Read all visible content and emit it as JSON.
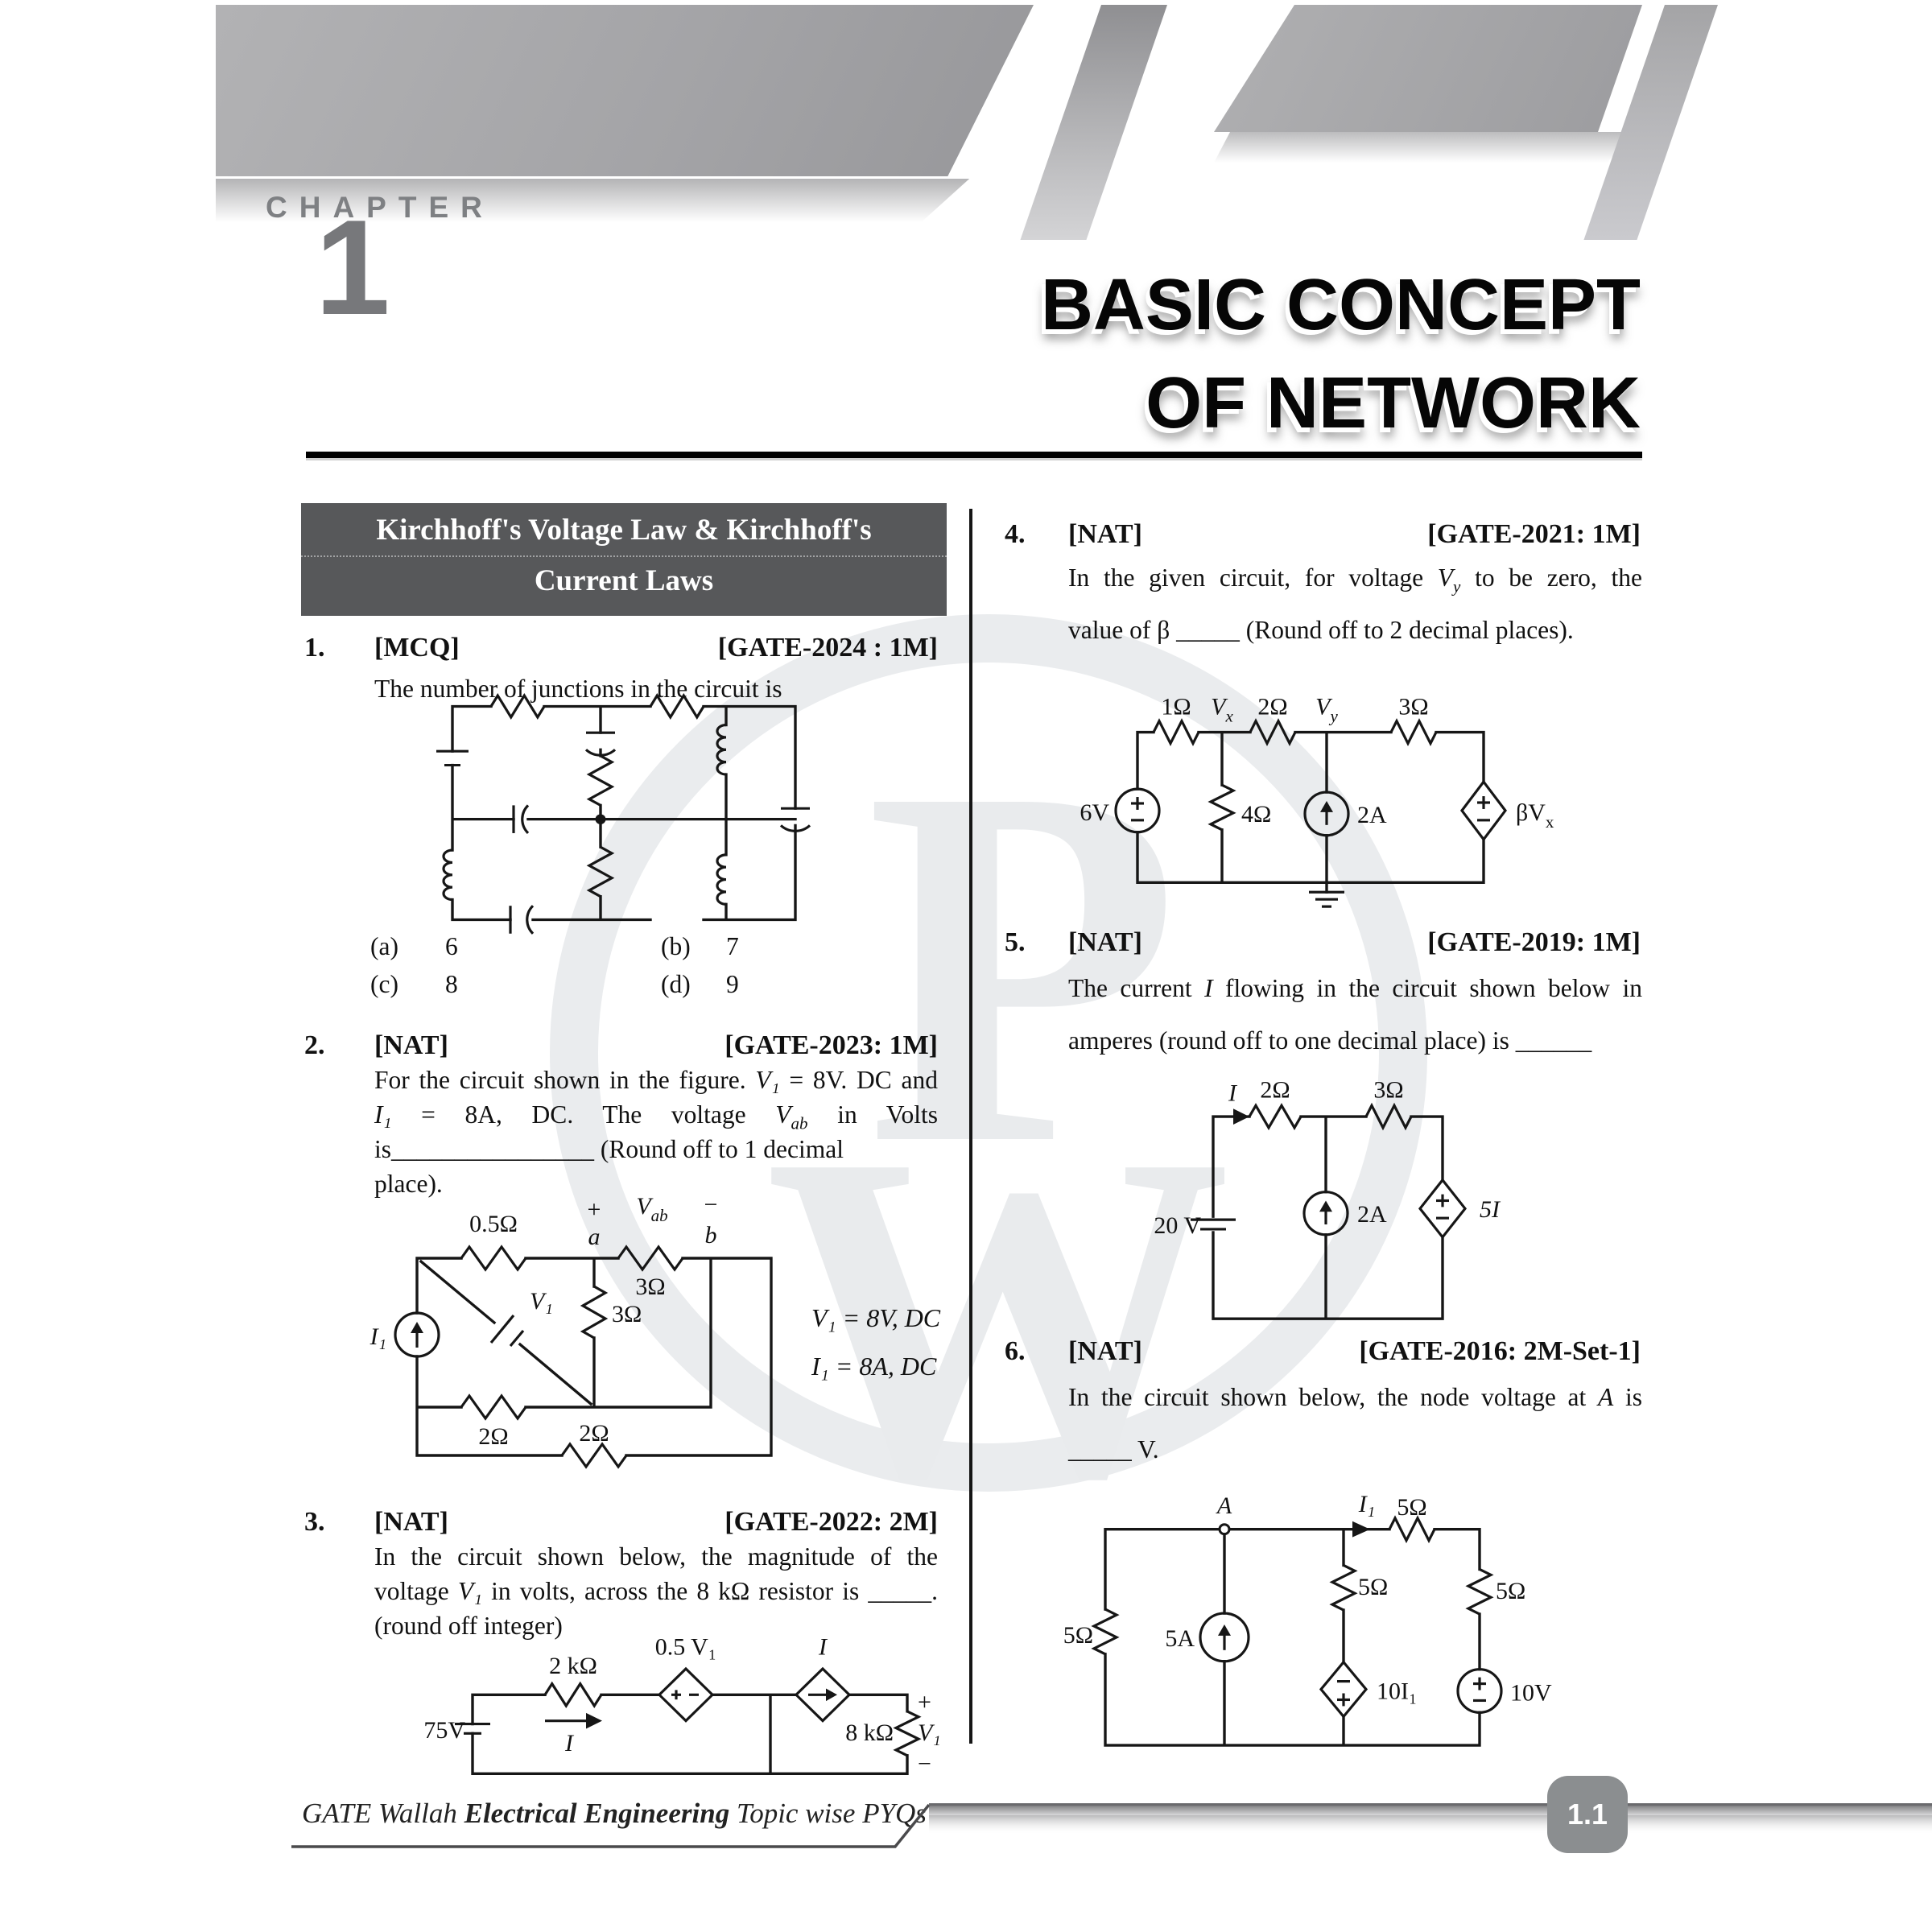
{
  "header": {
    "chapter_label": "CHAPTER",
    "chapter_number": "1",
    "title_line1": "BASIC CONCEPT",
    "title_line2": "OF NETWORK"
  },
  "section": {
    "heading_line1": "Kirchhoff's Voltage Law & Kirchhoff's",
    "heading_line2": "Current Laws"
  },
  "watermark": {
    "letter_top": "P",
    "letter_bottom": "W"
  },
  "symbols": {
    "plus": "+",
    "minus": "−"
  },
  "colors": {
    "section_bg": "#57585a",
    "banner_gray": "#a7a7a9",
    "badge_gray": "#8b8e90",
    "watermark_gray": "#e9ebed"
  },
  "questions": {
    "q1": {
      "number": "1.",
      "type": "[MCQ]",
      "tag": "[GATE-2024 : 1M]",
      "text": "The number of junctions in the circuit is",
      "options": {
        "a_key": "(a)",
        "a_val": "6",
        "b_key": "(b)",
        "b_val": "7",
        "c_key": "(c)",
        "c_val": "8",
        "d_key": "(d)",
        "d_val": "9"
      }
    },
    "q2": {
      "number": "2.",
      "type": "[NAT]",
      "tag": "[GATE-2023: 1M]",
      "line1a": "For the circuit shown in the figure. ",
      "line1b": "V₁",
      "line1c": " = 8V. DC and",
      "line2a": "I₁",
      "line2b": " = 8A, DC. The voltage ",
      "line2c": "V",
      "line2d": "ab",
      "line2e": " in Volts",
      "line3": "is________________ (Round off to 1 decimal",
      "line4": "place).",
      "circuit": {
        "r_top": "0.5Ω",
        "node_a": "a",
        "node_b": "b",
        "vab_base": "V",
        "vab_sub": "ab",
        "r3_top": "3Ω",
        "r3_mid": "3Ω",
        "v1": "V₁",
        "i1": "I₁",
        "r2_mid": "2Ω",
        "r2_bot": "2Ω",
        "info_v": "V₁ = 8V, DC",
        "info_i": "I₁ = 8A, DC"
      }
    },
    "q3": {
      "number": "3.",
      "type": "[NAT]",
      "tag": "[GATE-2022: 2M]",
      "line1": "In the circuit shown below, the magnitude of the",
      "line2a": "voltage ",
      "line2b": "V₁",
      "line2c": " in volts, across the 8 kΩ resistor is _____.",
      "line3": "(round off integer)",
      "circuit": {
        "r2k": "2 kΩ",
        "i_label": "I",
        "dep_v": "0.5 V₁",
        "i_diamond": "I",
        "v75": "75V",
        "r8k": "8 kΩ",
        "v1": "V₁"
      }
    },
    "q4": {
      "number": "4.",
      "type": "[NAT]",
      "tag": "[GATE-2021: 1M]",
      "line1a": "In the given circuit, for voltage ",
      "line1b": "V",
      "line1c": "y",
      "line1d": " to be zero, the",
      "line2": "value of β _____ (Round off to 2 decimal places).",
      "circuit": {
        "r1": "1Ω",
        "vx_base": "V",
        "vx_sub": "x",
        "r2": "2Ω",
        "vy_base": "V",
        "vy_sub": "y",
        "r3": "3Ω",
        "v6": "6V",
        "r4": "4Ω",
        "i2a": "2A",
        "dep_base": "βV",
        "dep_sub": "x"
      }
    },
    "q5": {
      "number": "5.",
      "type": "[NAT]",
      "tag": "[GATE-2019: 1M]",
      "line1a": "The current ",
      "line1b": "I",
      "line1c": " flowing in the circuit shown below in",
      "line2": "amperes (round off to one decimal place) is ______",
      "circuit": {
        "i": "I",
        "r2": "2Ω",
        "r3": "3Ω",
        "v20": "20 V",
        "i2a": "2A",
        "dep": "5I"
      }
    },
    "q6": {
      "number": "6.",
      "type": "[NAT]",
      "tag": "[GATE-2016: 2M-Set-1]",
      "line1a": "In the circuit shown below, the node voltage at ",
      "line1b": "A",
      "line1c": " is",
      "line2": "_____ V.",
      "circuit": {
        "node_a": "A",
        "i1": "I₁",
        "r5_top": "5Ω",
        "r5_left": "5Ω",
        "i5a": "5A",
        "r5_mid": "5Ω",
        "dep": "10I₁",
        "r5_right": "5Ω",
        "v10": "10V"
      }
    }
  },
  "footer": {
    "brand_prefix": "GATE Wallah ",
    "brand_bold": "Electrical Engineering",
    "brand_suffix": " Topic wise PYQs",
    "page_number": "1.1"
  }
}
